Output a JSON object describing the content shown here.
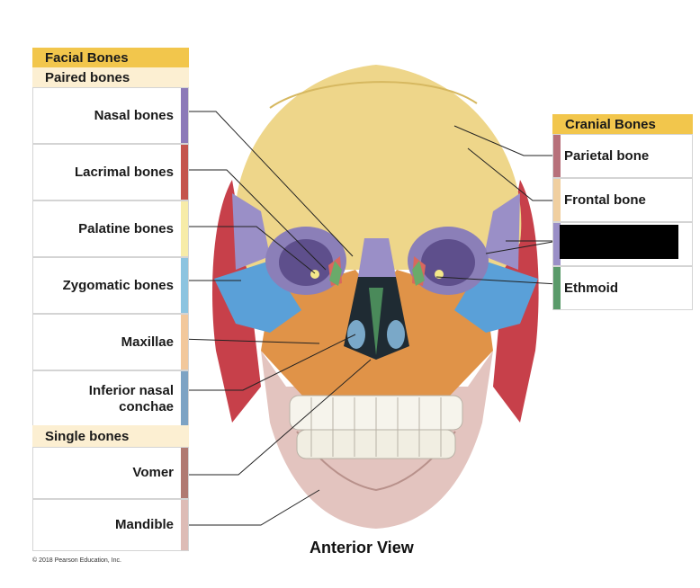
{
  "facial": {
    "title": "Facial Bones",
    "paired_title": "Paired bones",
    "single_title": "Single bones",
    "paired": [
      {
        "label": "Nasal bones",
        "color": "#8c7ab8"
      },
      {
        "label": "Lacrimal bones",
        "color": "#c4554d"
      },
      {
        "label": "Palatine bones",
        "color": "#f7eca8"
      },
      {
        "label": "Zygomatic bones",
        "color": "#8dc4e0"
      },
      {
        "label": "Maxillae",
        "color": "#f2c89c"
      },
      {
        "label": "Inferior nasal\nconchae",
        "color": "#7da3c4"
      }
    ],
    "single": [
      {
        "label": "Vomer",
        "color": "#b07a72"
      },
      {
        "label": "Mandible",
        "color": "#ddbcb6"
      }
    ]
  },
  "cranial": {
    "title": "Cranial Bones",
    "items": [
      {
        "label": "Parietal bone",
        "color": "#b7707a"
      },
      {
        "label": "Frontal bone",
        "color": "#f0cfa0"
      },
      {
        "label": "",
        "color": "#9a8fc7"
      },
      {
        "label": "Ethmoid",
        "color": "#5a9a6a"
      }
    ]
  },
  "view_caption": "Anterior View",
  "copyright": "© 2018 Pearson Education, Inc."
}
